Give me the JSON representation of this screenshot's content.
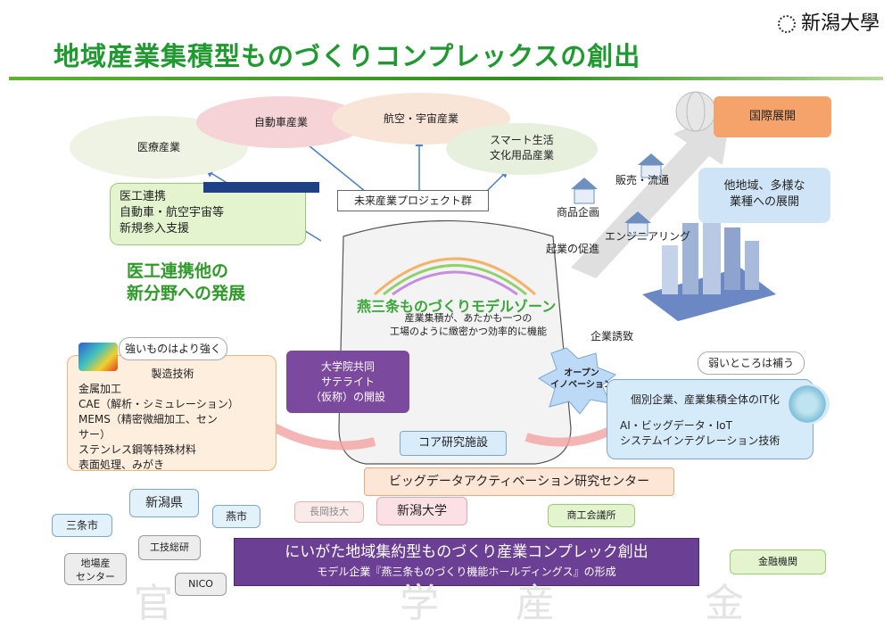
{
  "header": {
    "logo_text": "新潟大學",
    "title": "地域産業集積型ものづくりコンプレックスの創出"
  },
  "industries": {
    "medical": "医療産業",
    "auto": "自動車産業",
    "aerospace": "航空・宇宙産業",
    "smart_line1": "スマート生活",
    "smart_line2": "文化用品産業",
    "international": "国際展開"
  },
  "med_eng_box": {
    "line1": "医工連携",
    "line2": "自動車・航空宇宙等",
    "line3": "新規参入支援",
    "slogan_line1": "医工連携他の",
    "slogan_line2": "新分野への発展"
  },
  "future_projects": "未来産業プロジェクト群",
  "regional": {
    "line1": "他地域、多様な",
    "line2": "業種への展開"
  },
  "business_labels": {
    "sales": "販売・流通",
    "product_plan": "商品企画",
    "engineering": "エンジニアリング",
    "startup": "起業の促進",
    "attract": "企業誘致"
  },
  "model_zone": {
    "name": "燕三条ものづくりモデルゾーン",
    "desc_line1": "産業集積が、あたかも一つの",
    "desc_line2": "工場のように緻密かつ効率的に機能"
  },
  "strengths": {
    "bubble": "強いものはより強く",
    "heading": "製造技術",
    "items": [
      "金属加工",
      "CAE（解析・シミュレーション）",
      "MEMS（精密微細加工、セン",
      "サー）",
      "ステンレス鋼等特殊材料",
      "表面処理、みがき"
    ]
  },
  "satellite": {
    "line1": "大学院共同",
    "line2": "サテライト",
    "line3": "（仮称）の開設"
  },
  "core_facility": "コア研究施設",
  "open_innovation": {
    "line1": "オープン",
    "line2": "イノベーション"
  },
  "weakness": {
    "bubble": "弱いところは補う",
    "line1": "個別企業、産業集積全体のIT化",
    "line2": "AI・ビッグデータ・IoT",
    "line3": "システムインテグレーション技術"
  },
  "bigdata_center": "ビッグデータアクティベーション研究センター",
  "orgs": {
    "niigata_pref": "新潟県",
    "tsubame_city": "燕市",
    "sanjo_city": "三条市",
    "nagaoka_tech": "長岡技大",
    "niigata_univ": "新潟大学",
    "chamber": "商工会議所",
    "tech_center": "工技総研",
    "local_center_line1": "地場産",
    "local_center_line2": "センター",
    "nico": "NICO",
    "finance": "金融機関"
  },
  "banner": {
    "line1": "にいがた地域集約型ものづくり産業コンプレック創出",
    "line2": "モデル企業『燕三条ものづくり機能ホールディングス』の形成"
  },
  "bg_labels": [
    "官",
    "学",
    "産",
    "金"
  ],
  "colors": {
    "title_green": "#1f9a2f",
    "orange_box": "#f6a36b",
    "purple": "#7b4a9e",
    "blue_box": "#cfe5f7",
    "green_box": "#dff3c8"
  }
}
